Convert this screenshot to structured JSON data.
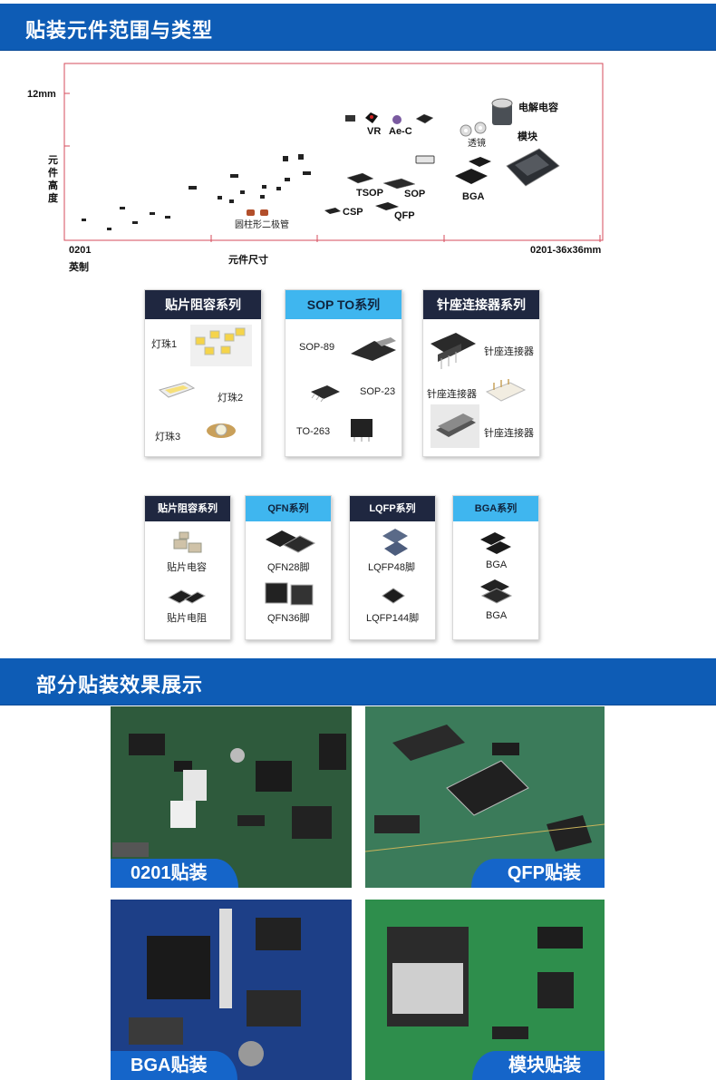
{
  "section1": {
    "title": "贴装元件范围与类型"
  },
  "range_chart": {
    "y_tick": "12mm",
    "y_axis_label": [
      "元",
      "件",
      "高",
      "度"
    ],
    "x_start": "0201",
    "x_start_sub": "英制",
    "x_mid": "元件尺寸",
    "x_end": "0201-36x36mm",
    "labels": {
      "cylinder_diode": "圆柱形二极管",
      "csp": "CSP",
      "tsop": "TSOP",
      "qfp": "QFP",
      "sop": "SOP",
      "vr": "VR",
      "aec": "Ae-C",
      "lens": "透镜",
      "electrolytic": "电解电容",
      "module": "模块",
      "bga": "BGA"
    }
  },
  "cards_row1": [
    {
      "title": "贴片阻容系列",
      "items": [
        "灯珠1",
        "灯珠2",
        "灯珠3"
      ]
    },
    {
      "title": "SOP TO系列",
      "items": [
        "SOP-89",
        "SOP-23",
        "TO-263"
      ]
    },
    {
      "title": "针座连接器系列",
      "items": [
        "针座连接器",
        "针座连接器",
        "针座连接器"
      ]
    }
  ],
  "cards_row2": [
    {
      "title": "贴片阻容系列",
      "items": [
        "贴片电容",
        "贴片电阻"
      ]
    },
    {
      "title": "QFN系列",
      "items": [
        "QFN28脚",
        "QFN36脚"
      ]
    },
    {
      "title": "LQFP系列",
      "items": [
        "LQFP48脚",
        "LQFP144脚"
      ]
    },
    {
      "title": "BGA系列",
      "items": [
        "BGA",
        "BGA"
      ]
    }
  ],
  "section2": {
    "title": "部分贴装效果展示"
  },
  "photos": [
    {
      "caption": "0201贴装"
    },
    {
      "caption": "QFP贴装"
    },
    {
      "caption": "BGA贴装"
    },
    {
      "caption": "模块贴装"
    }
  ],
  "colors": {
    "banner": "#0e5cb5",
    "caption": "#1565c9",
    "card_dark": "#1f2740",
    "card_light": "#3fb6ef",
    "chart_frame": "#d64b5b"
  }
}
